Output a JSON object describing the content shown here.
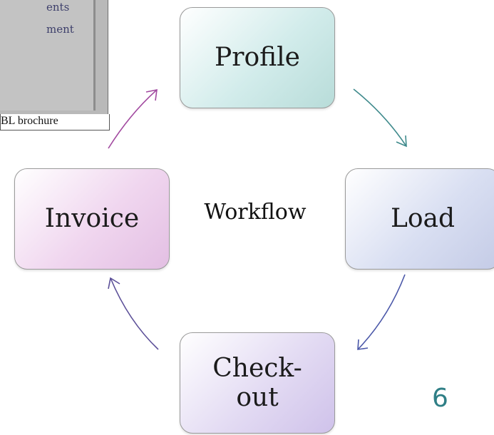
{
  "brochure": {
    "line1": "ents",
    "line2": "ment",
    "caption": "BL brochure"
  },
  "diagram": {
    "center_label": "Workflow",
    "nodes": [
      {
        "id": "profile",
        "label": "Profile",
        "color": "#cfe9e8"
      },
      {
        "id": "load",
        "label": "Load",
        "color": "#d6dcf0"
      },
      {
        "id": "checkout",
        "label": "Check-\nout",
        "color": "#ddd3f0"
      },
      {
        "id": "invoice",
        "label": "Invoice",
        "color": "#ecd0eb"
      }
    ],
    "edges": [
      {
        "from": "profile",
        "to": "load",
        "color": "#3f8a8c"
      },
      {
        "from": "load",
        "to": "checkout",
        "color": "#4a57a8"
      },
      {
        "from": "checkout",
        "to": "invoice",
        "color": "#5b4f98"
      },
      {
        "from": "invoice",
        "to": "profile",
        "color": "#a24aa0"
      }
    ]
  },
  "page_number": "6"
}
